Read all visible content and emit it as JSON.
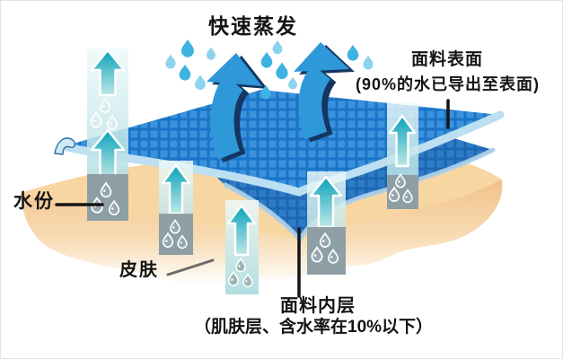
{
  "diagram": {
    "labels": {
      "evaporation": "快速蒸发",
      "surface": "面料表面",
      "surface_note": "(90%的水已导出至表面)",
      "moisture": "水份",
      "skin": "皮肤",
      "inner": "面料内层",
      "inner_note": "（肌肤层、含水率在10%以下）"
    },
    "colors": {
      "fabric_surface_base": "#1a74c8",
      "fabric_surface_square": "#3b92dc",
      "fabric_edge": "#bcdff2",
      "fabric_inner_base": "#1e66b2",
      "fabric_inner_square": "#2e7cc6",
      "fabric_inner_edge": "#aacfe8",
      "skin_top": "#f7d6a2",
      "skin_front": "#f2c28a",
      "big_arrow": "#2e98d8",
      "big_arrow_shadow": "#14365f",
      "column_arrow_teal": "#0aa2bb",
      "column_gray": "#8a99a0",
      "droplet_blue": "#3eb3e2",
      "droplet_light_blue": "#8ed3ee",
      "pointer_black": "#141414",
      "pointer_gray": "#6b6b6b"
    }
  }
}
